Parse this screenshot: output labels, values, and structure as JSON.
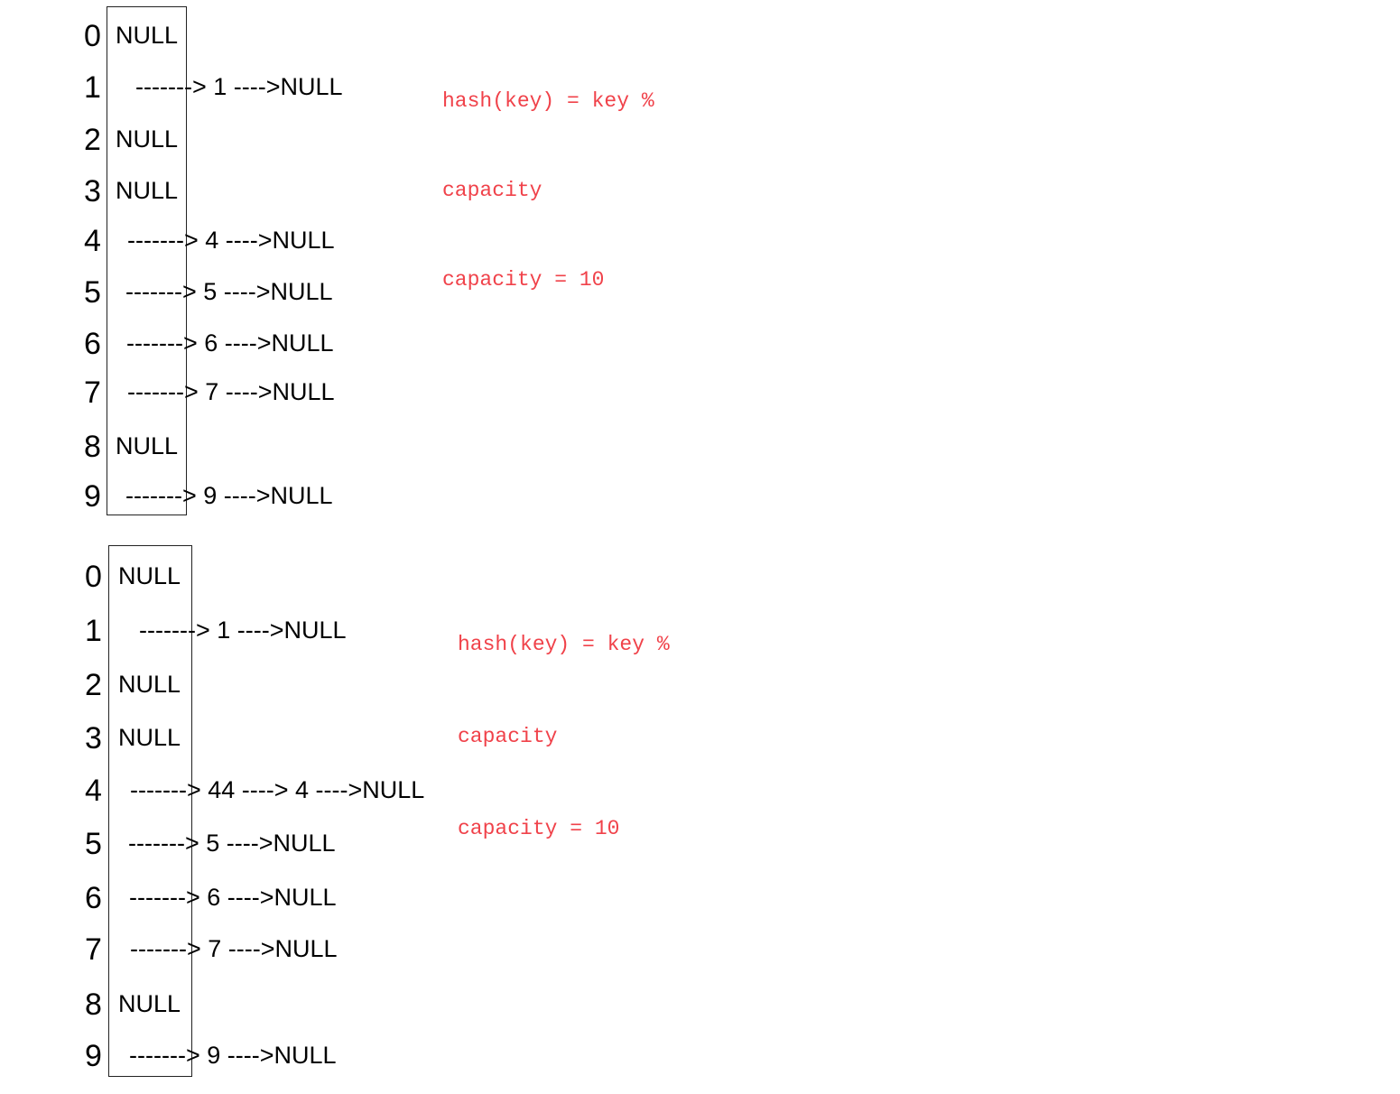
{
  "diagrams": [
    {
      "rows": [
        {
          "index": "0",
          "text": "NULL",
          "chain": false
        },
        {
          "index": "1",
          "text": "-------> 1 ---->NULL",
          "chain": true
        },
        {
          "index": "2",
          "text": "NULL",
          "chain": false
        },
        {
          "index": "3",
          "text": "NULL",
          "chain": false
        },
        {
          "index": "4",
          "text": "-------> 4 ---->NULL",
          "chain": true
        },
        {
          "index": "5",
          "text": "-------> 5 ---->NULL",
          "chain": true
        },
        {
          "index": "6",
          "text": "-------> 6 ---->NULL",
          "chain": true
        },
        {
          "index": "7",
          "text": "-------> 7 ---->NULL",
          "chain": true
        },
        {
          "index": "8",
          "text": "NULL",
          "chain": false
        },
        {
          "index": "9",
          "text": "-------> 9 ---->NULL",
          "chain": true
        }
      ],
      "formula": [
        "hash(key) = key %",
        "capacity",
        "capacity = 10"
      ]
    },
    {
      "rows": [
        {
          "index": "0",
          "text": "NULL",
          "chain": false
        },
        {
          "index": "1",
          "text": "-------> 1 ---->NULL",
          "chain": true
        },
        {
          "index": "2",
          "text": "NULL",
          "chain": false
        },
        {
          "index": "3",
          "text": "NULL",
          "chain": false
        },
        {
          "index": "4",
          "text": "-------> 44 ----> 4 ---->NULL",
          "chain": true
        },
        {
          "index": "5",
          "text": "-------> 5 ---->NULL",
          "chain": true
        },
        {
          "index": "6",
          "text": "-------> 6 ---->NULL",
          "chain": true
        },
        {
          "index": "7",
          "text": "-------> 7 ---->NULL",
          "chain": true
        },
        {
          "index": "8",
          "text": "NULL",
          "chain": false
        },
        {
          "index": "9",
          "text": "-------> 9 ---->NULL",
          "chain": true
        }
      ],
      "formula": [
        "hash(key) = key %",
        "capacity",
        "capacity = 10"
      ]
    }
  ],
  "colors": {
    "formula": "#f0424a",
    "text": "#000000",
    "box": "#222222"
  }
}
